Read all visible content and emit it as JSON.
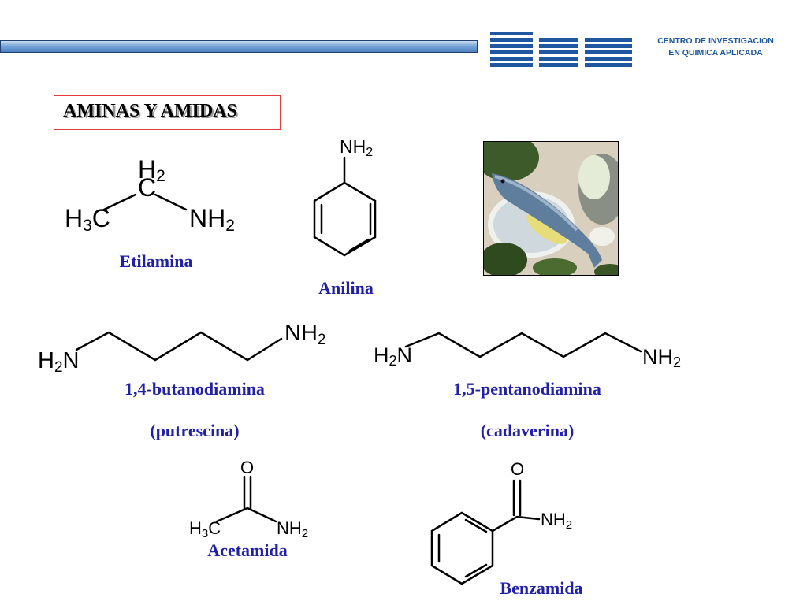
{
  "header": {
    "logo_line1": "CENTRO DE INVESTIGACION",
    "logo_line2": "EN QUIMICA APLICADA",
    "brand_color": "#1f58a0"
  },
  "title": "AMINAS Y AMIDAS",
  "compounds": {
    "etilamina": "Etilamina",
    "anilina": "Anilina",
    "butanodiamina": "1,4-butanodiamina",
    "putrescina": "(putrescina)",
    "pentanodiamina": "1,5-pentanodiamina",
    "cadaverina": "(cadaverina)",
    "acetamida": "Acetamida",
    "benzamida": "Benzamida"
  },
  "colors": {
    "label": "#2020a8",
    "title_border": "#e03a3a"
  }
}
